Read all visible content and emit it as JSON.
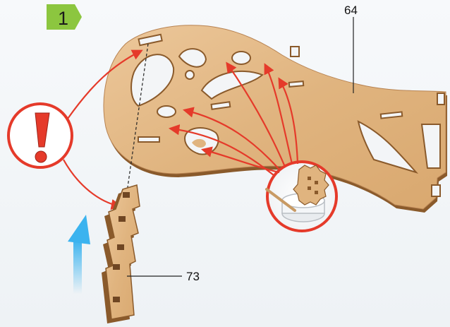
{
  "step": {
    "number": "1"
  },
  "parts": [
    {
      "id": "part-64",
      "label": "64"
    },
    {
      "id": "part-73",
      "label": "73"
    }
  ],
  "colors": {
    "step_badge": "#8cc63f",
    "wood": "#e3b987",
    "wood_edge": "#8a5a2b",
    "arrow": "#e53a2a",
    "warning": "#e53a2a",
    "motion_arrow": "#3bb3ef"
  },
  "icons": [
    "warning-exclamation-icon",
    "glue-tool-icon",
    "insert-direction-arrow-icon"
  ]
}
